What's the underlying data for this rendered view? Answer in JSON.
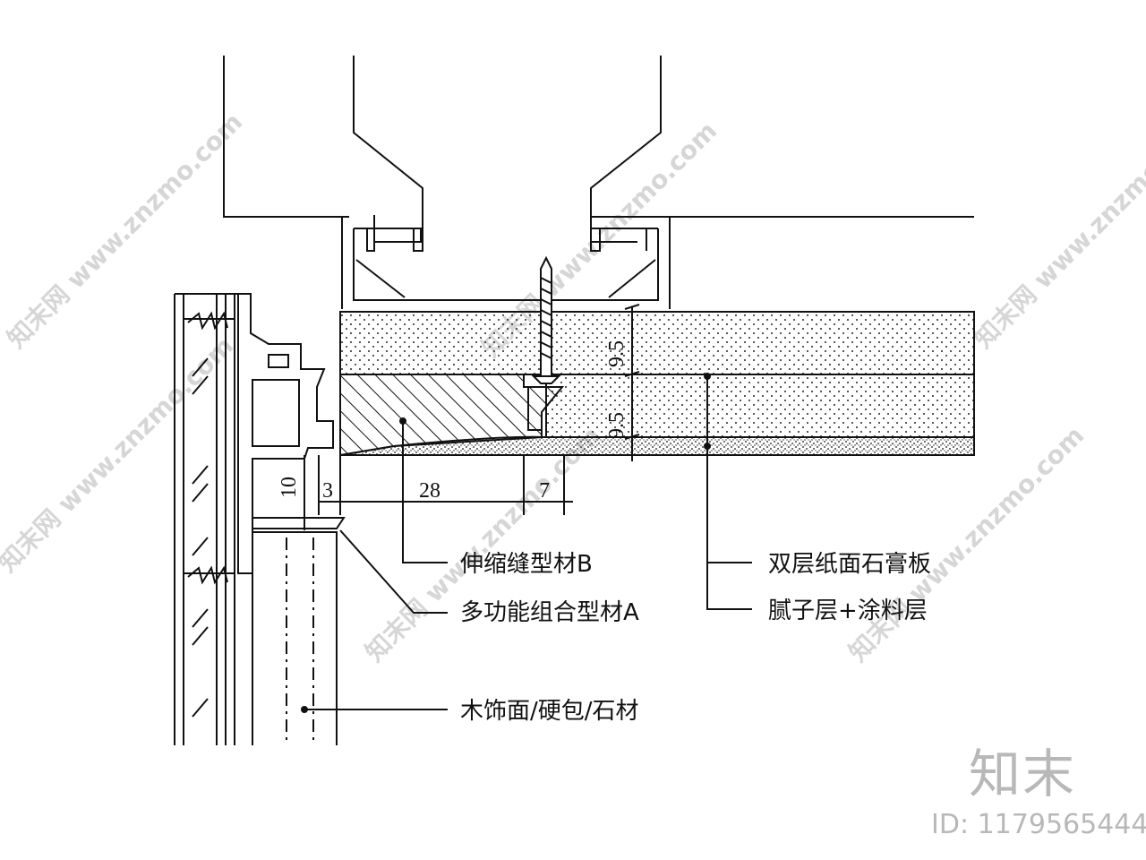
{
  "labels": {
    "profile_b": "伸缩缝型材B",
    "profile_a": "多功能组合型材A",
    "gypsum": "双层纸面石膏板",
    "putty": "腻子层+涂料层",
    "finish": "木饰面/硬包/石材"
  },
  "dimensions": {
    "d10": "10",
    "d3": "3",
    "d28": "28",
    "d7": "7",
    "d95a": "9.5",
    "d95b": "9.5"
  },
  "brand": {
    "logo": "知末",
    "id": "ID: 1179565444",
    "watermark": "知末网 www.znzmo.com"
  },
  "colors": {
    "line": "#111111",
    "brand_grey": "#b8b8b8",
    "watermark_grey": "#d6d6d6"
  }
}
